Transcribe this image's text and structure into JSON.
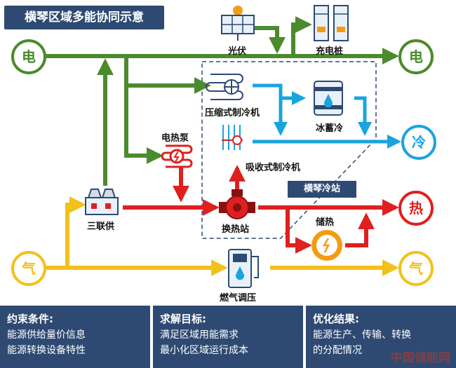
{
  "title": "横琴区域多能协同示意",
  "colors": {
    "electric": "#4c8a2e",
    "cold": "#1aa3e0",
    "heat": "#e02020",
    "gas": "#f2c11b",
    "navy": "#2e4a72"
  },
  "endpoints": {
    "electric_in": "电",
    "electric_out": "电",
    "cold_out": "冷",
    "heat_out": "热",
    "gas_in": "气",
    "gas_out": "气"
  },
  "devices": {
    "pv": "光伏",
    "charger": "充电桩",
    "compression_chiller": "压缩式制冷机",
    "ice_storage": "冰蓄冷",
    "electric_heat_pump": "电热泵",
    "absorption_chiller": "吸收式制冷机",
    "trigeneration": "三联供",
    "heat_exchange_station": "换热站",
    "heat_storage": "储热",
    "gas_regulator": "燃气调压"
  },
  "station_label": "横琴冷站",
  "panels": [
    {
      "heading": "约束条件:",
      "lines": [
        "能源供给量价信息",
        "能源转换设备特性"
      ]
    },
    {
      "heading": "求解目标:",
      "lines": [
        "满足区域用能需求",
        "最小化区域运行成本"
      ]
    },
    {
      "heading": "优化结果:",
      "lines": [
        "能源生产、传输、转换",
        "的分配情况"
      ]
    }
  ],
  "watermark": "中国储能网"
}
